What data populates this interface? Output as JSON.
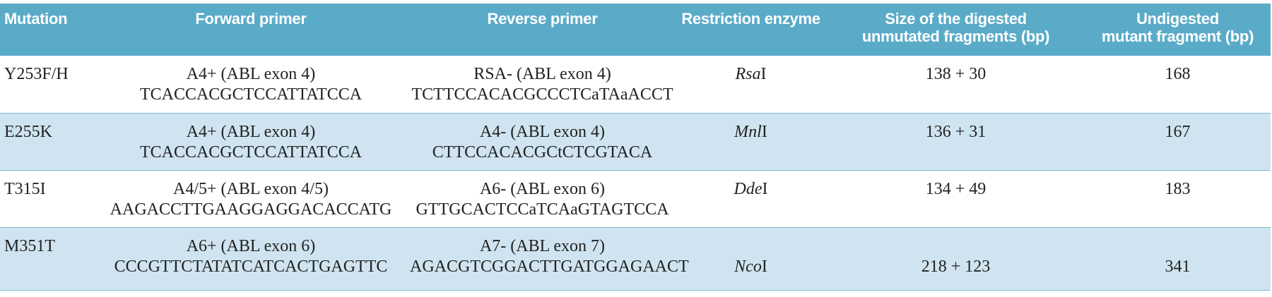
{
  "columns": {
    "mutation": "Mutation",
    "forward_primer": "Forward primer",
    "reverse_primer": "Reverse primer",
    "restriction_enzyme": "Restriction enzyme",
    "digested_size": [
      "Size of the digested",
      "unmutated fragments (bp)"
    ],
    "undigested_size": [
      "Undigested",
      "mutant fragment (bp)"
    ]
  },
  "rows": [
    {
      "mutation": "Y253F/H",
      "forward_name": "A4+ (ABL exon 4)",
      "forward_seq": "TCACCACGCTCCATTATCCA",
      "reverse_name": "RSA- (ABL exon 4)",
      "reverse_seq": "TCTTCCACACGCCCTCaTAaACCT",
      "enzyme_italic": "Rsa",
      "enzyme_suffix": "I",
      "digested": "138 + 30",
      "undigested": "168"
    },
    {
      "mutation": "E255K",
      "forward_name": "A4+ (ABL exon 4)",
      "forward_seq": "TCACCACGCTCCATTATCCA",
      "reverse_name": "A4- (ABL exon 4)",
      "reverse_seq": "CTTCCACACGCtCTCGTACA",
      "enzyme_italic": "Mnl",
      "enzyme_suffix": "I",
      "digested": "136 + 31",
      "undigested": "167"
    },
    {
      "mutation": "T315I",
      "forward_name": "A4/5+ (ABL exon 4/5)",
      "forward_seq": "AAGACCTTGAAGGAGGACACCATG",
      "reverse_name": "A6- (ABL exon 6)",
      "reverse_seq": "GTTGCACTCCaTCAaGTAGTCCA",
      "enzyme_italic": "Dde",
      "enzyme_suffix": "I",
      "digested": "134 + 49",
      "undigested": "183"
    },
    {
      "mutation": "M351T",
      "forward_name": "A6+ (ABL exon 6)",
      "forward_seq": "CCCGTTCTATATCATCACTGAGTTC",
      "reverse_name": "A7- (ABL exon 7)",
      "reverse_seq": "AGACGTCGGACTTGATGGAGAACT",
      "enzyme_italic": "Nco",
      "enzyme_suffix": "I",
      "digested": "218 + 123",
      "undigested": "341"
    }
  ],
  "colors": {
    "header_bg": "#5aabc8",
    "alt_row_bg": "#cfe4f0",
    "rule": "#7fbad3"
  }
}
